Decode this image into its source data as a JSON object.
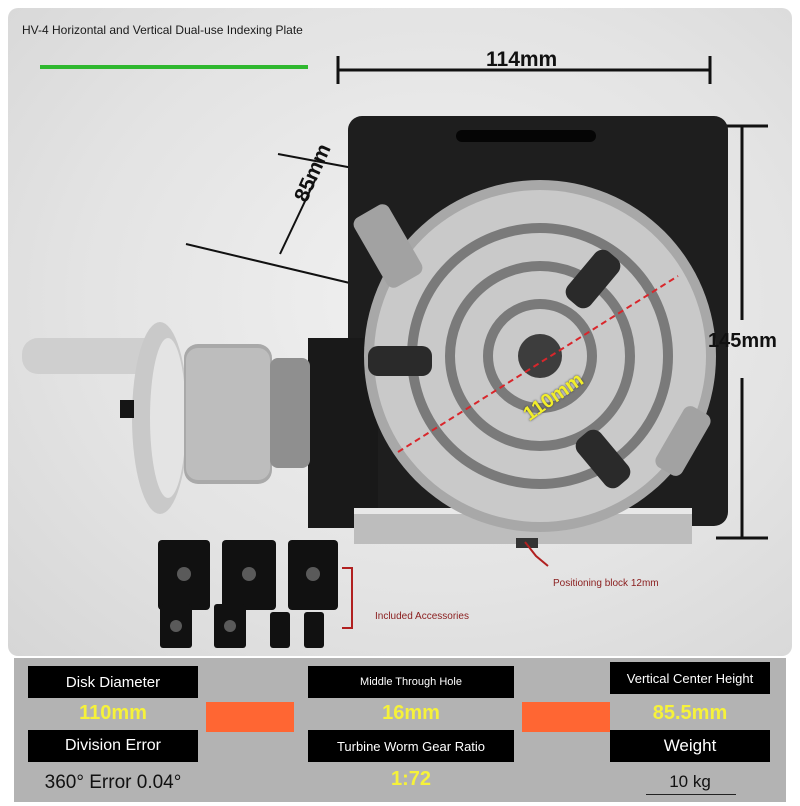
{
  "title": "HV-4 Horizontal and Vertical Dual-use Indexing Plate",
  "dimensions": {
    "width_label": "114mm",
    "height_label": "145mm",
    "depth_label": "85mm",
    "diameter_label": "110mm"
  },
  "annotations": {
    "positioning_block": "Positioning block 12mm",
    "accessories": "Included Accessories"
  },
  "specs": {
    "disk_diameter_label": "Disk Diameter",
    "disk_diameter_value": "110mm",
    "through_hole_label": "Middle Through Hole",
    "through_hole_value": "16mm",
    "center_height_label": "Vertical Center Height",
    "center_height_value": "85.5mm",
    "division_error_label": "Division Error",
    "division_error_value": "360° Error 0.04°",
    "gear_ratio_label": "Turbine Worm Gear Ratio",
    "gear_ratio_value": "1:72",
    "weight_label": "Weight",
    "weight_value": "10 kg"
  },
  "colors": {
    "accent_green": "#2fb82f",
    "value_yellow": "#f6f23a",
    "swatch_orange": "#ff6633",
    "panel_gray": "#b3b3b3"
  }
}
